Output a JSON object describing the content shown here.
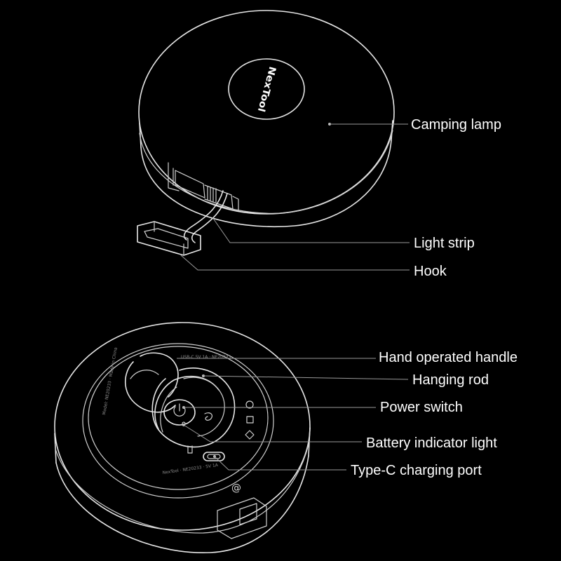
{
  "top_device": {
    "logo_text": "NexTool",
    "callouts": {
      "camping_lamp": "Camping lamp",
      "light_strip": "Light strip",
      "hook": "Hook"
    }
  },
  "bottom_device": {
    "callouts": {
      "hand_operated_handle": "Hand operated handle",
      "hanging_rod": "Hanging rod",
      "power_switch": "Power switch",
      "battery_indicator_light": "Battery indicator light",
      "type_c_charging_port": "Type-C charging port"
    }
  },
  "colors": {
    "background": "#000000",
    "outline": "#e6e6e6",
    "label_text": "#ffffff",
    "leader_line": "#9a9a9a"
  }
}
